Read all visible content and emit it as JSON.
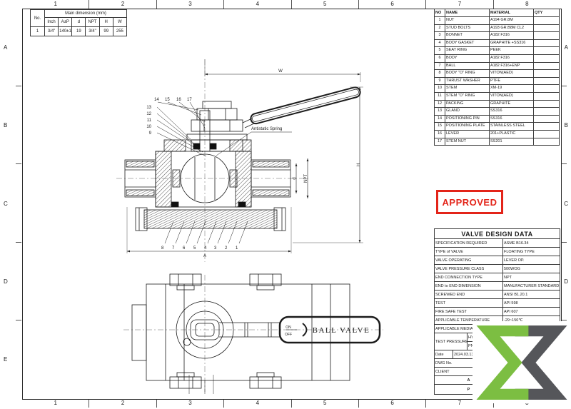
{
  "sheet": {
    "grid_cols": [
      "1",
      "2",
      "3",
      "4",
      "5",
      "6",
      "7",
      "8"
    ],
    "grid_rows": [
      "A",
      "B",
      "C",
      "D",
      "E"
    ]
  },
  "dim_table": {
    "no_header": "No.",
    "title": "Main dimension (mm)",
    "columns": [
      "Inch",
      "A±P",
      "d",
      "NPT",
      "H",
      "W"
    ],
    "row": [
      "1",
      "3/4\"",
      "140±1,6",
      "19",
      "3/4\"",
      "99",
      "255"
    ]
  },
  "parts_table": {
    "headers": [
      "NO",
      "NAME",
      "MATERIAL",
      "QTY"
    ],
    "rows": [
      {
        "no": "1",
        "name": "NUT",
        "material": "A194 GR.8M",
        "qty": ""
      },
      {
        "no": "2",
        "name": "STUD BOLTS",
        "material": "A193 GR.B8M CL2",
        "qty": ""
      },
      {
        "no": "3",
        "name": "BONNET",
        "material": "A182 F316",
        "qty": ""
      },
      {
        "no": "4",
        "name": "BODY GASKET",
        "material": "GRAPHITE +SS316",
        "qty": ""
      },
      {
        "no": "5",
        "name": "SEAT RING",
        "material": "PEEK",
        "qty": ""
      },
      {
        "no": "6",
        "name": "BODY",
        "material": "A182 F316",
        "qty": ""
      },
      {
        "no": "7",
        "name": "BALL",
        "material": "A182 F316+ENP",
        "qty": ""
      },
      {
        "no": "8",
        "name": "BODY \"O\" RING",
        "material": "VITON(AED)",
        "qty": ""
      },
      {
        "no": "9",
        "name": "THRUST WASHER",
        "material": "PTFE",
        "qty": ""
      },
      {
        "no": "10",
        "name": "STEM",
        "material": "XM-19",
        "qty": ""
      },
      {
        "no": "11",
        "name": "STEM \"O\" RING",
        "material": "VITON(AED)",
        "qty": ""
      },
      {
        "no": "12",
        "name": "PACKING",
        "material": "GRAPHITE",
        "qty": ""
      },
      {
        "no": "13",
        "name": "GLAND",
        "material": "SS316",
        "qty": ""
      },
      {
        "no": "14",
        "name": "POSITIONING PIN",
        "material": "SS316",
        "qty": ""
      },
      {
        "no": "15",
        "name": "POSITIONING PLATE",
        "material": "STAINLESS STEEL",
        "qty": ""
      },
      {
        "no": "16",
        "name": "LEVER",
        "material": "201+PLASTIC",
        "qty": ""
      },
      {
        "no": "17",
        "name": "STEM NUT",
        "material": "SS201",
        "qty": ""
      }
    ]
  },
  "stamp": {
    "label": "APPROVED",
    "color": "#e32419"
  },
  "design_table": {
    "title": "VALVE DESIGN DATA",
    "rows": [
      {
        "label": "SPECIFICATION REQUIRED",
        "value": "ASME B16.34"
      },
      {
        "label": "TYPE of VALVE",
        "value": "FLOATING TYPE"
      },
      {
        "label": "VALVE OPERATING",
        "value": "LEVER OP."
      },
      {
        "label": "VALVE PRESSURE CLASS",
        "value": "500WOG"
      },
      {
        "label": "END CONNECTION TYPE",
        "value": "NPT"
      },
      {
        "label": "END to END DIMENSION",
        "value": "MANUFACTURER STANDARD"
      },
      {
        "label": "SCREWED END",
        "value": "ANSI B1.20.1"
      },
      {
        "label": "TEST",
        "value": "API 598"
      },
      {
        "label": "FIRE SAFE TEST",
        "value": "API 607"
      },
      {
        "label": "APPLICABLE TEMPERATURE",
        "value": "-29~150℃"
      },
      {
        "label": "APPLICABLE MEDIA",
        "value": ""
      }
    ],
    "test_pressure_label": "TEST PRESSURE",
    "hyd_label": "HYD",
    "pn_label": "PN",
    "date_label": "Date",
    "date_value": "2024.03.13",
    "dwg_label": "DWG No.",
    "client_label": "CLIENT",
    "row_a": "A",
    "row_p": "P"
  },
  "drawing": {
    "antistatic_label": "Antistatic Spring",
    "callouts_top": [
      "14",
      "15",
      "16",
      "17"
    ],
    "callouts_left": [
      "13",
      "12",
      "11",
      "10",
      "9"
    ],
    "callouts_bottom": [
      "8",
      "7",
      "6",
      "5",
      "4",
      "3",
      "2",
      "1"
    ],
    "dim_a": "A",
    "dim_w": "W",
    "dim_h": "H",
    "dim_d": "d",
    "dim_npt": "NPT",
    "handle_on": "ON",
    "handle_off": "OFF",
    "handle_text": "BALL VALVE"
  },
  "logo": {
    "green": "#7cbe42",
    "gray": "#55565a"
  }
}
